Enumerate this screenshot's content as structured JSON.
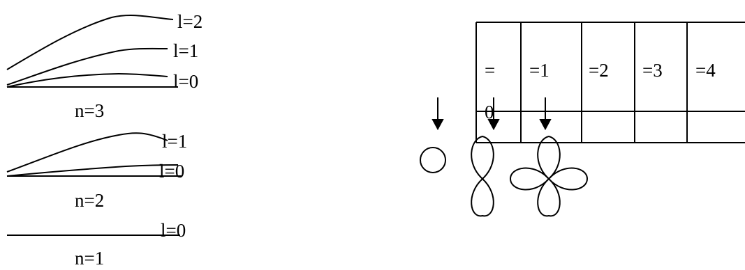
{
  "energy_levels": {
    "n3": {
      "label": "n=3",
      "sublevels": [
        "l=2",
        "l=1",
        "l=0"
      ]
    },
    "n2": {
      "label": "n=2",
      "sublevels": [
        "l=1",
        "l=0"
      ]
    },
    "n1": {
      "label": "n=1",
      "sublevels": [
        "l=0"
      ]
    }
  },
  "table": {
    "headers": [
      "=\n0",
      "=1",
      "=2",
      "=3",
      "=4"
    ],
    "row2": [
      "",
      "",
      "",
      "",
      ""
    ]
  },
  "orbitals": {
    "shapes": [
      "circle",
      "two-lobe",
      "four-lobe"
    ]
  }
}
